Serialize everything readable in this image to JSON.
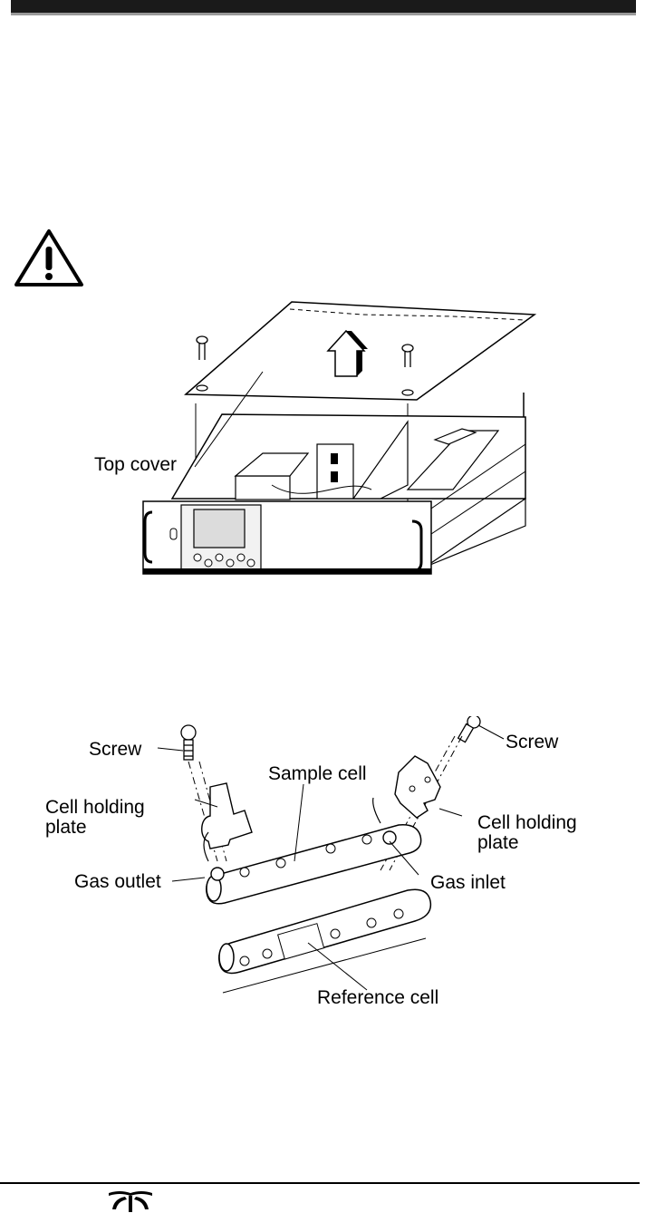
{
  "figure1": {
    "label_top_cover": "Top cover"
  },
  "figure2": {
    "label_screw_left": "Screw",
    "label_screw_right": "Screw",
    "label_sample_cell": "Sample cell",
    "label_cell_holding_plate_left": "Cell holding\nplate",
    "label_cell_holding_plate_right": "Cell holding\nplate",
    "label_gas_outlet": "Gas outlet",
    "label_gas_inlet": "Gas inlet",
    "label_reference_cell": "Reference cell"
  }
}
